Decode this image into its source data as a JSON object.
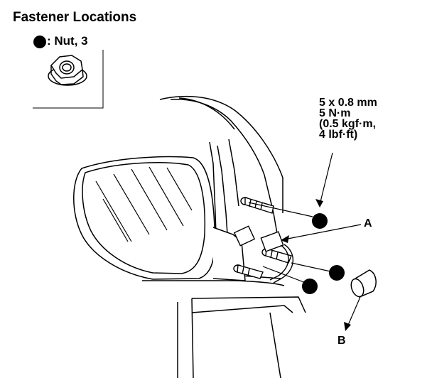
{
  "title": "Fastener Locations",
  "legend": {
    "text": ": Nut, 3",
    "symbol": "filled-circle"
  },
  "spec_lines": [
    "5 x 0.8 mm",
    "5 N·m",
    "(0.5 kgf·m,",
    "4 lbf·ft)"
  ],
  "labels": {
    "a": "A",
    "b": "B"
  },
  "colors": {
    "ink": "#000000",
    "paper": "#ffffff"
  }
}
